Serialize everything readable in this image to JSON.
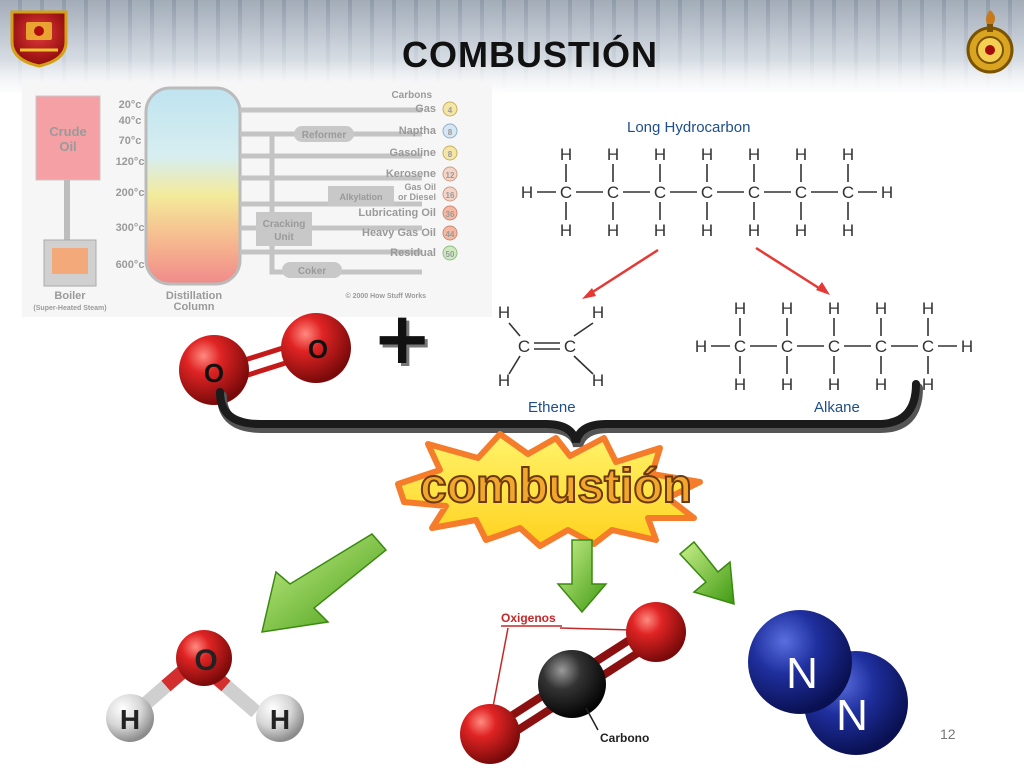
{
  "slide": {
    "title": "COMBUSTIÓN",
    "page_number": "12"
  },
  "distillation": {
    "crude_oil": [
      "Crude",
      "Oil"
    ],
    "temperatures": [
      "20°c",
      "40°c",
      "70°c",
      "120°c",
      "200°c",
      "300°c",
      "600°c"
    ],
    "products": [
      "Carbons",
      "Gas",
      "Naptha",
      "Gasoline",
      "Kerosene",
      "Gas Oil",
      "or Diesel",
      "Lubricating Oil",
      "Heavy Gas Oil",
      "Residual"
    ],
    "carbon_counts": [
      "4",
      "8",
      "8",
      "12",
      "16",
      "36",
      "44",
      "50"
    ],
    "reformer": "Reformer",
    "alkylation": "Alkylation",
    "cracking": [
      "Cracking",
      "Unit"
    ],
    "coker": "Coker",
    "boiler": "Boiler",
    "boiler_sub": "(Super-Heated Steam)",
    "column": [
      "Distillation",
      "Column"
    ],
    "credit": "© 2000 How Stuff Works"
  },
  "hydrocarbon": {
    "title": "Long Hydrocarbon",
    "ethene_label": "Ethene",
    "alkane_label": "Alkane",
    "h": "H",
    "c": "C"
  },
  "oxygen_molecule": {
    "atom": "O"
  },
  "plus_sign": "+",
  "combustion_label": "combustión",
  "products": {
    "water": {
      "o": "O",
      "h": "H"
    },
    "co2": {
      "oxigenos": "Oxigenos",
      "carbono": "Carbono"
    },
    "nitrogen": {
      "n": "N"
    }
  },
  "colors": {
    "oxygen_red": "#d11d1d",
    "nitrogen_blue": "#1f2f9e",
    "carbon_black": "#222222",
    "arrow_green": "#57b31f",
    "reaction_arrow_red": "#e53935",
    "burst_yellow": "#ffe94d",
    "burst_orange": "#f57c2a"
  }
}
